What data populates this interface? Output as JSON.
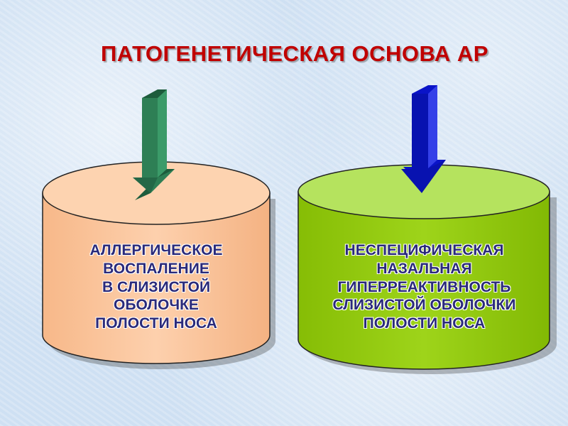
{
  "title": "ПАТОГЕНЕТИЧЕСКАЯ ОСНОВА АР",
  "left_box": {
    "lines": [
      "АЛЛЕРГИЧЕСКОЕ",
      "ВОСПАЛЕНИЕ",
      "В СЛИЗИСТОЙ",
      "ОБОЛОЧКЕ",
      "ПОЛОСТИ НОСА"
    ],
    "fill_color": "#fcc8a0",
    "top_color": "#fdd3b0",
    "arrow_color": "#2e7f55"
  },
  "right_box": {
    "lines": [
      "НЕСПЕЦИФИЧЕСКАЯ",
      "НАЗАЛЬНАЯ",
      "ГИПЕРРЕАКТИВНОСТЬ",
      "СЛИЗИСТОЙ ОБОЛОЧКИ",
      "ПОЛОСТИ НОСА"
    ],
    "fill_color": "#96cc10",
    "top_color": "#b5e35e",
    "arrow_color": "#0a14c8"
  },
  "colors": {
    "title": "#c00000",
    "label_text": "#2a2a7a",
    "outline": "#222222"
  },
  "icons": [
    "down-arrow-icon",
    "down-arrow-icon"
  ]
}
